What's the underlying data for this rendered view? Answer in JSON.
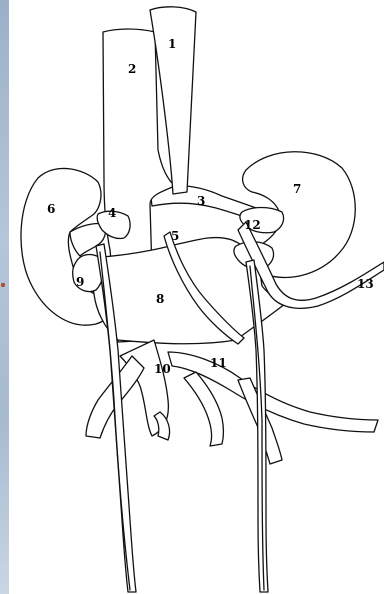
{
  "labels": {
    "l1": "1",
    "l2": "2",
    "l3": "3",
    "l4": "4",
    "l5": "5",
    "l6": "6",
    "l7": "7",
    "l8": "8",
    "l9": "9",
    "l10": "10",
    "l11": "11",
    "l12": "12",
    "l13": "13"
  },
  "colors": {
    "line": "#111111",
    "fill": "#ffffff",
    "edge_strip": "#a6bad0"
  }
}
